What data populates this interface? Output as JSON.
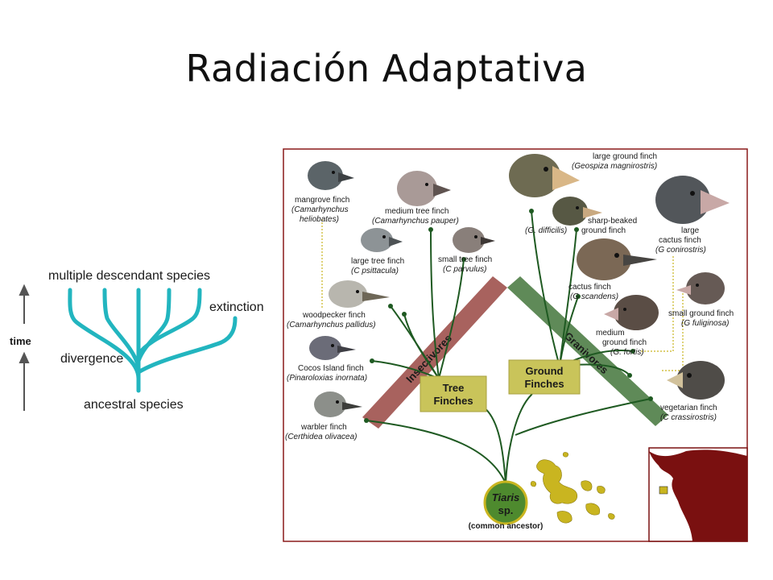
{
  "slide": {
    "title": "Radiación Adaptativa"
  },
  "tree_diagram": {
    "top_label": "multiple descendant species",
    "extinction_label": "extinction",
    "divergence_label": "divergence",
    "ancestor_label": "ancestral species",
    "time_label": "time",
    "branch_color": "#22b5bf"
  },
  "finch_diagram": {
    "finches": [
      {
        "name": "mangrove finch",
        "latin_1": "(Camarhynchus",
        "latin_2": "heliobates)"
      },
      {
        "name": "medium tree finch",
        "latin_1": "(Camarhynchus pauper)"
      },
      {
        "name": "large tree finch",
        "latin_1": "(C psittacula)"
      },
      {
        "name": "small tree finch",
        "latin_1": "(C parvulus)"
      },
      {
        "name": "woodpecker finch",
        "latin_1": "(Camarhynchus pallidus)"
      },
      {
        "name": "Cocos Island finch",
        "latin_1": "(Pinaroloxias inornata)"
      },
      {
        "name": "warbler finch",
        "latin_1": "(Certhidea olivacea)"
      },
      {
        "name": "large ground finch",
        "latin_1": "(Geospiza magnirostris)"
      },
      {
        "name_1": "sharp-beaked",
        "name_2": "ground finch",
        "latin_1": "(G. difficilis)"
      },
      {
        "name_1": "large",
        "name_2": "cactus finch",
        "latin_1": "(G conirostris)"
      },
      {
        "name": "cactus finch",
        "latin_1": "(G scandens)"
      },
      {
        "name": "small ground finch",
        "latin_1": "(G fuliginosa)"
      },
      {
        "name_1": "medium",
        "name_2": "ground finch",
        "latin_1": "(G. fortis)"
      },
      {
        "name": "vegetarian finch",
        "latin_1": "(C crassirostris)"
      }
    ],
    "insectivores_label": "Insectivores",
    "granivores_label": "Granivores",
    "tree_finches_line1": "Tree",
    "tree_finches_line2": "Finches",
    "ground_finches_line1": "Ground",
    "ground_finches_line2": "Finches",
    "ancestor_line1": "Tiaris",
    "ancestor_line2": "sp.",
    "ancestor_caption": "(common ancestor)",
    "colors": {
      "insectivores_band": "#a8625e",
      "granivores_band": "#5f8a58",
      "label_box": "#c9c45a",
      "branch": "#1f5a22",
      "islands": "#c9b520",
      "south_america": "#7a1010"
    }
  }
}
